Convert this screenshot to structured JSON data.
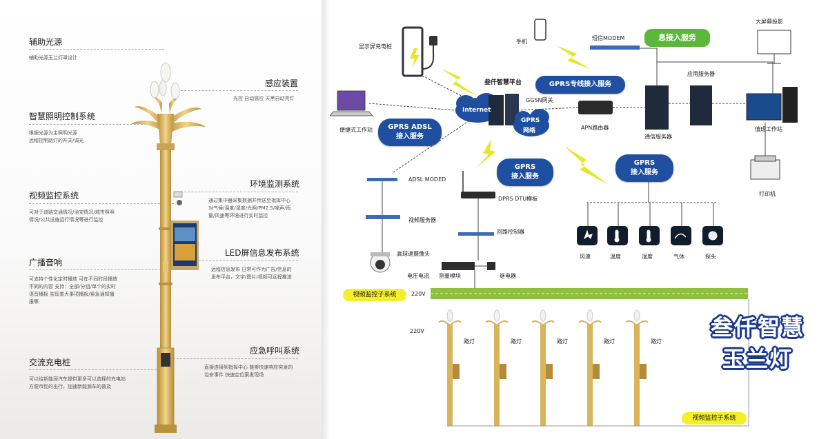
{
  "left": {
    "features": [
      {
        "title": "辅助光源",
        "desc": "辅助光源玉兰灯罩设计"
      },
      {
        "title": "感应装置",
        "desc": "光控 自动感应 天黑自动亮灯"
      },
      {
        "title": "智慧照明控制系统",
        "desc": "根据光源为主照明光源\n远程控制路灯的开关/调光"
      },
      {
        "title": "环境监测系统",
        "desc": "通过集中器采集数据并传送至指挥中心\n对气候/温度/湿度/光照/PM2.5/噪声/雨\n量/风速等环境进行实时监控"
      },
      {
        "title": "视频监控系统",
        "desc": "可对于道路交通情况/治安情况/城市照明\n情况/公共设施运行情况等进行监控"
      },
      {
        "title": "LED屏信息发布系统",
        "desc": "远程信息发布 日常可作为广告/信息的\n发布平台，文字/图片/视频可远程推送"
      },
      {
        "title": "广播音响",
        "desc": "可支持个性化定时播放 可在不同时段播放\n不同的内容 支持：全部/分组/单个的实时\n语音播报 实现重大事项播报/紧急通知播\n报等"
      },
      {
        "title": "应急呼叫系统",
        "desc": "直接连接到指挥中心 能够快速响应突发的\n治安事件 快速定位案发现场"
      },
      {
        "title": "交流充电桩",
        "desc": "可以给新能源汽车提供更多可以选择的充电站\n方便市民的出行，加速新能源车的普及"
      }
    ]
  },
  "diagram": {
    "charger": "显示屏充电桩",
    "phone": "手机",
    "sms_modem": "短信MODEM",
    "info_service": "息接入服务",
    "projector": "大屏幕投影",
    "platform": "叁仟智慧平台",
    "gprs_line": "GPRS专线接入服务",
    "app_server": "应用服务器",
    "laptop": "便捷式工作站",
    "internet": "Internet",
    "ggsn": "GGSN网关",
    "gprs_net_1": "GPRS",
    "gprs_net_2": "网络",
    "gprs_adsl_1": "GPRS  ADSL",
    "gprs_adsl_2": "接入服务",
    "apn_router": "APN路由器",
    "comm_server": "通信服务器",
    "duty_station": "值班工作站",
    "adsl_modem": "ADSL  MODED",
    "gprs_access_1": "GPRS",
    "gprs_access_2": "接入服务",
    "gprs_access_b_1": "GPRS",
    "gprs_access_b_2": "接入服务",
    "dtu": "DPRS  DTU模板",
    "printer": "打印机",
    "video_server": "视频服务器",
    "loop_ctrl": "回路控制器",
    "camera": "高球速摄像头",
    "sensors": [
      {
        "label": "风速",
        "icon": "wind-icon"
      },
      {
        "label": "温度",
        "icon": "thermometer-icon"
      },
      {
        "label": "湿度",
        "icon": "humidity-icon"
      },
      {
        "label": "气体",
        "icon": "gas-icon"
      },
      {
        "label": "探头",
        "icon": "camera-dome-icon"
      }
    ],
    "voltage_current": "电压电流",
    "measure_module": "测量模块",
    "relay": "继电器",
    "video_sub_1": "视频监控子系统",
    "v220_a": "220V",
    "v220_b": "220V",
    "streetlights": [
      "路灯",
      "路灯",
      "路灯",
      "路灯",
      "路灯"
    ],
    "video_sub_2": "视频监控子系统",
    "logo_line1": "叁仟智慧",
    "logo_line2": "玉兰灯"
  },
  "colors": {
    "blue": "#1e4fa0",
    "green": "#5cb83a",
    "yellow": "#f4ef2a",
    "bolt": "#e4e82a",
    "gold": "#d9b45a"
  }
}
